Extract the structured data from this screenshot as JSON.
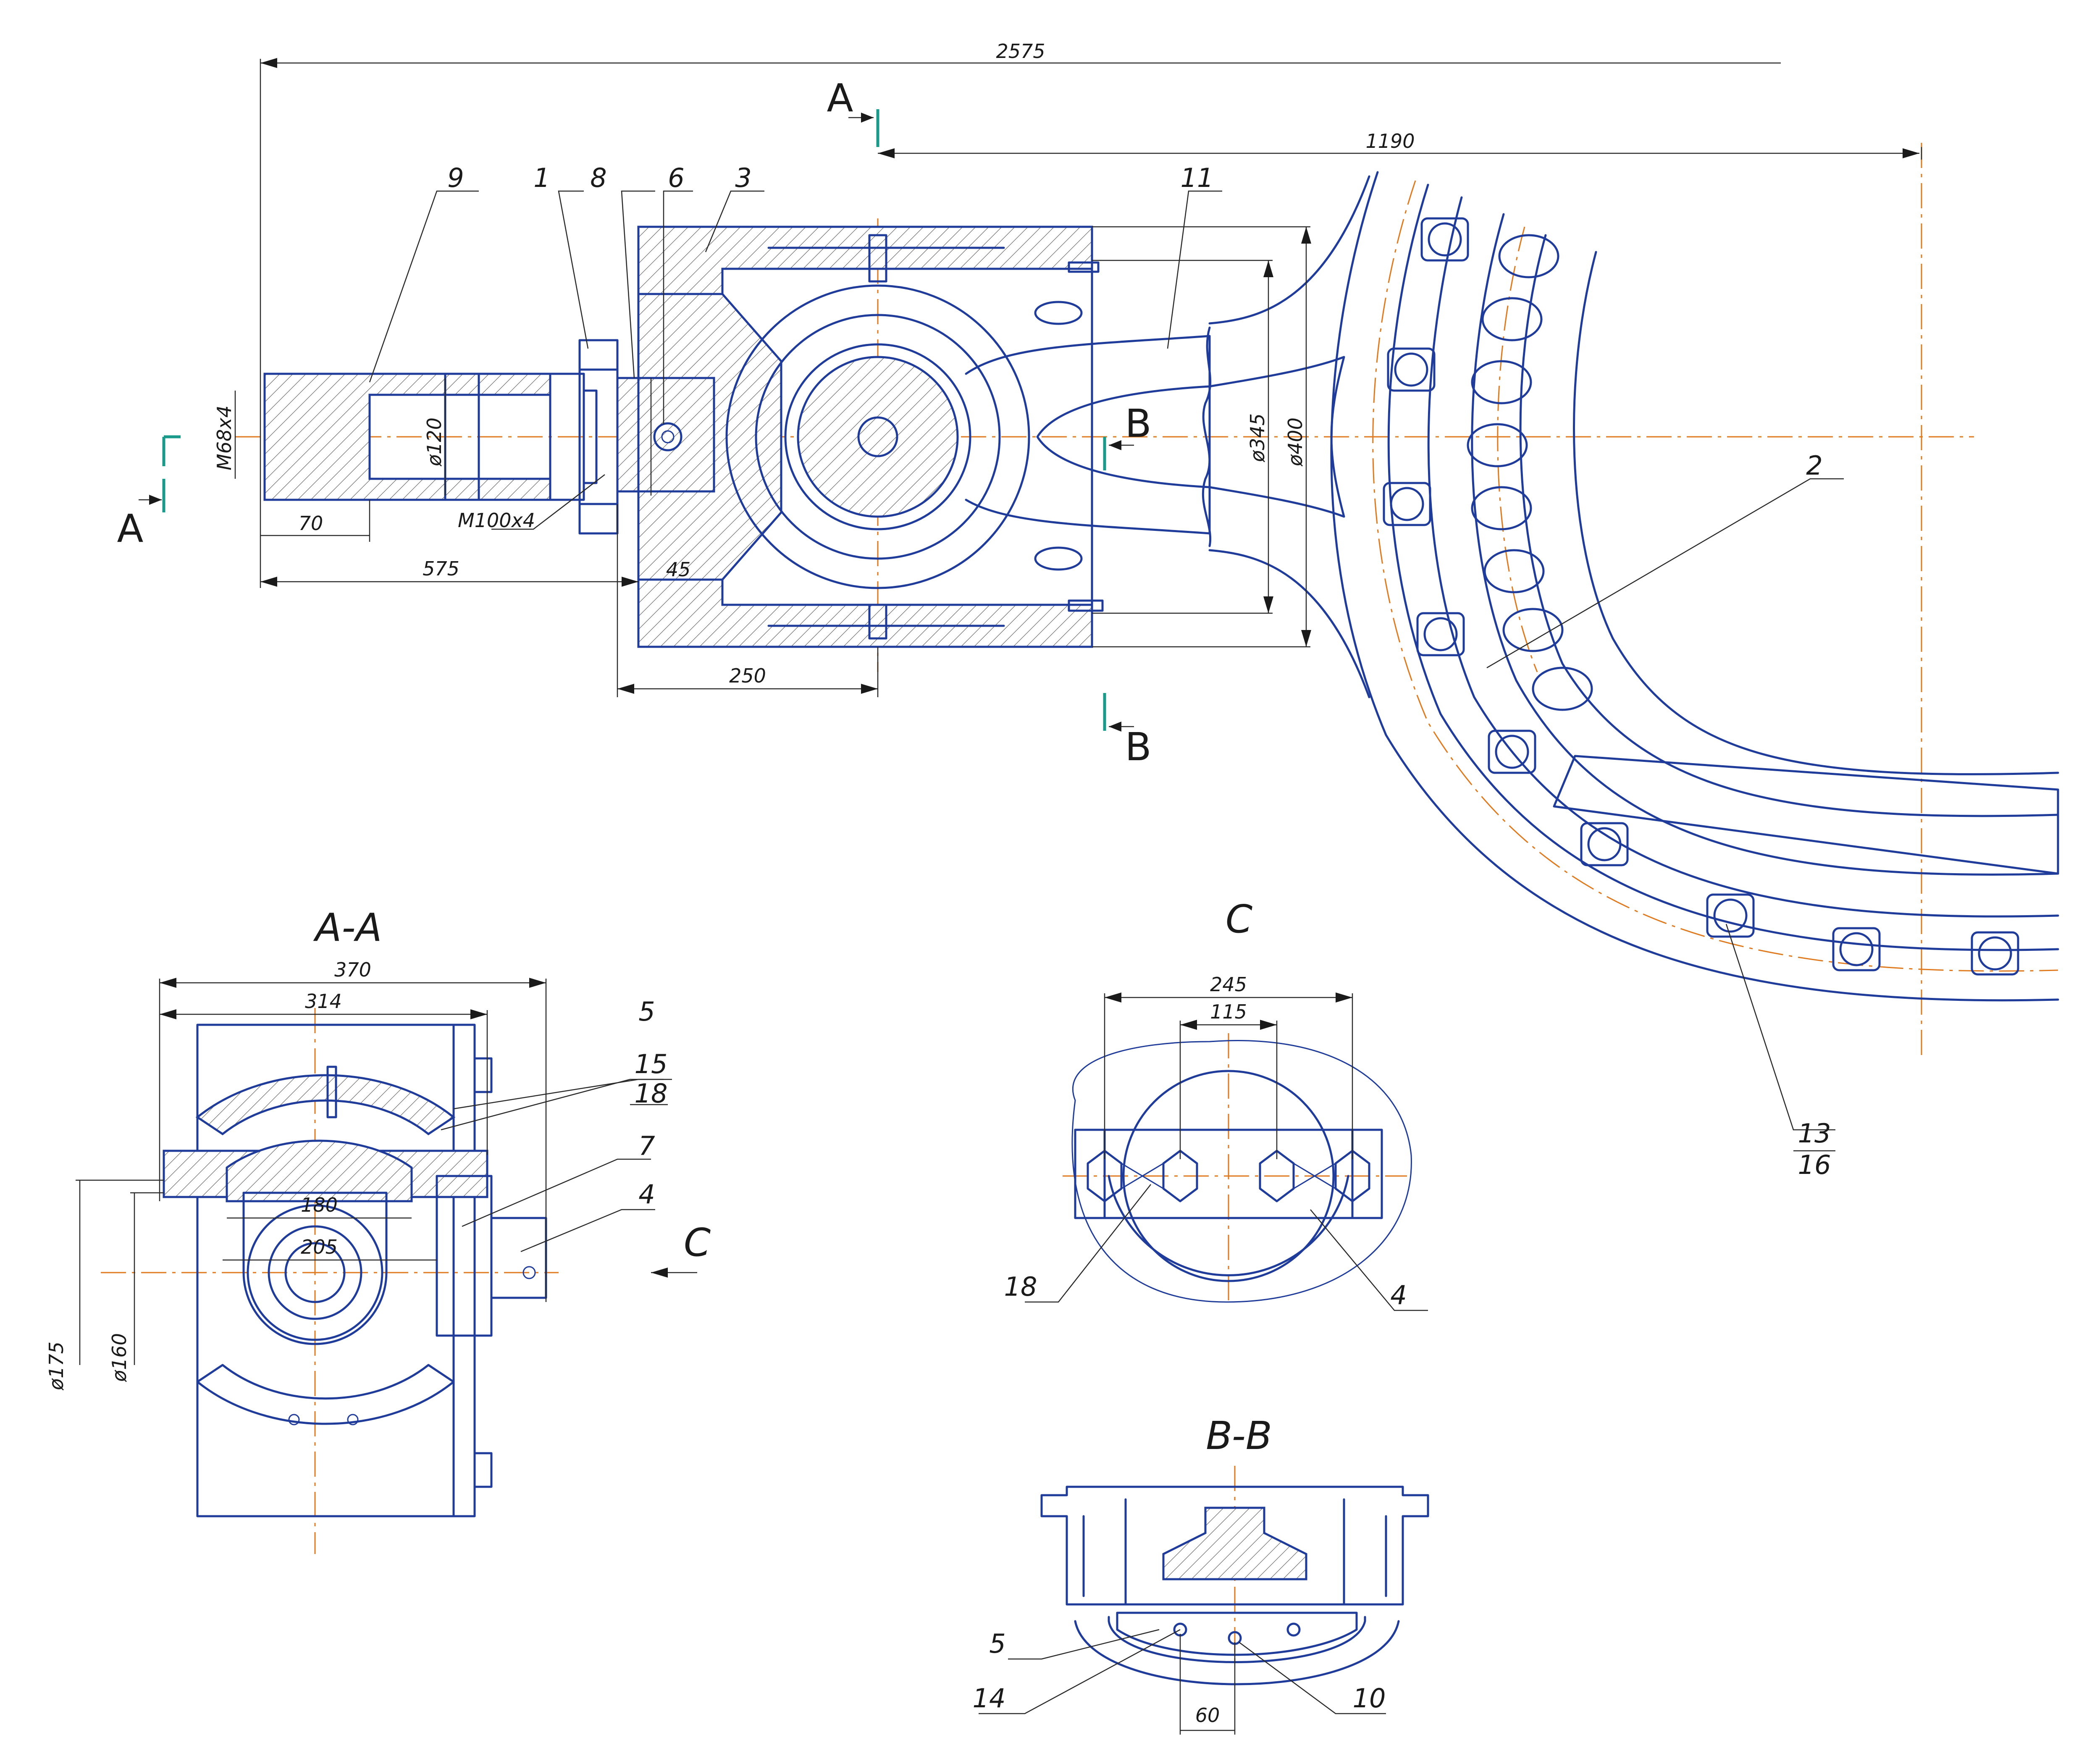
{
  "colors": {
    "outline": "#1f3c9a",
    "centerline": "#e07a1f",
    "section_marker": "#1a9a8a",
    "dimension": "#2a2a2a"
  },
  "views": {
    "section_aa_title": "A-A",
    "view_c_title": "C",
    "section_bb_title": "B-B"
  },
  "section_letters": {
    "a_top": "A",
    "a_left": "A",
    "b_top": "B",
    "b_bottom": "B",
    "c_arrow": "C"
  },
  "main_view": {
    "dimensions": {
      "overall": "2575",
      "right_span": "1190",
      "thread_small": "M68x4",
      "thread_large": "M100x4",
      "dia_120": "ø120",
      "dia_345": "ø345",
      "dia_400": "ø400",
      "len_70": "70",
      "len_575": "575",
      "len_45": "45",
      "len_250": "250"
    },
    "part_labels": {
      "p9": "9",
      "p1": "1",
      "p8": "8",
      "p6": "6",
      "p3": "3",
      "p11": "11",
      "p2": "2",
      "p13": "13",
      "p16": "16"
    }
  },
  "section_aa": {
    "dimensions": {
      "w370": "370",
      "w314": "314",
      "w180": "180",
      "w205": "205",
      "dia_175": "ø175",
      "dia_160": "ø160"
    },
    "part_labels": {
      "p5": "5",
      "p15": "15",
      "p18": "18",
      "p7": "7",
      "p4": "4"
    }
  },
  "view_c": {
    "dimensions": {
      "w245": "245",
      "w115": "115"
    },
    "part_labels": {
      "p18": "18",
      "p4": "4"
    }
  },
  "section_bb": {
    "dimensions": {
      "w60": "60"
    },
    "part_labels": {
      "p5": "5",
      "p14": "14",
      "p10": "10"
    }
  }
}
